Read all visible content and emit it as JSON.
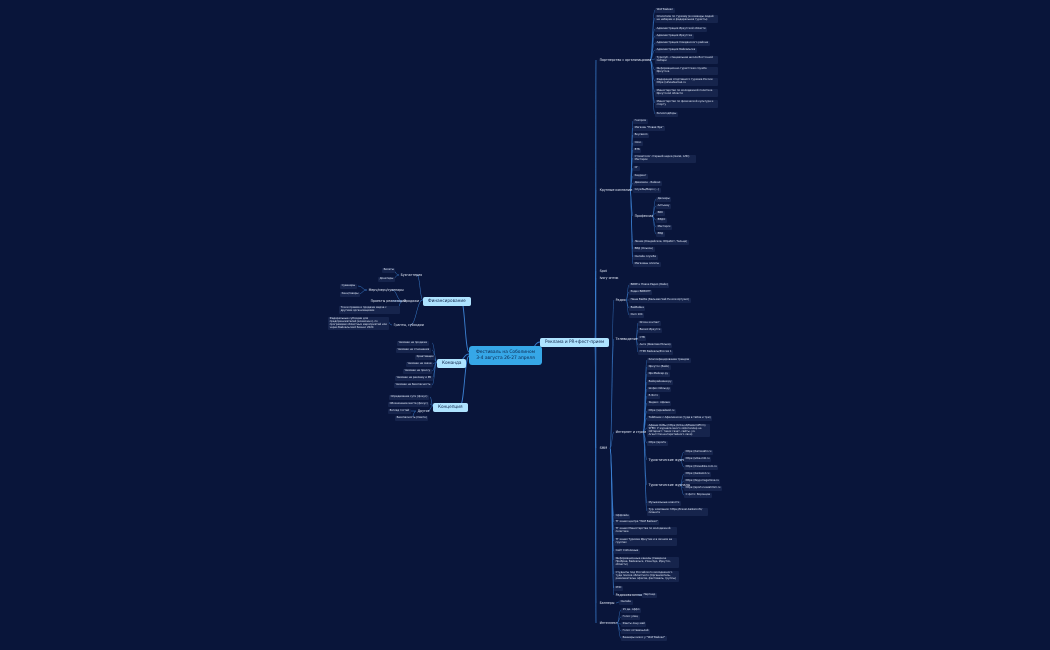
{
  "center": {
    "line1": "Фестиваль на Соболином",
    "line2": "3-4 августа 26-27 апреля"
  },
  "branches": {
    "finance": "Финансирование",
    "team": "Команда",
    "concept": "Концепция",
    "ads": "Реклама и PR+фест-прием"
  },
  "finance": {
    "budget": "Бухгалтерия",
    "tickets": "Билеты",
    "donations": "Донатеры",
    "sales": "Продажи",
    "merch": "Мерч/мерч/сувениры",
    "souvenirs": "Сувениры",
    "stationery": "Канцтовары",
    "products": "Проекты реализации",
    "partners_sales": "Точки приема и продажи мерча с другими организациями",
    "grants": "Гранты, субсидии",
    "grants_note": "Федеральные субсидии для предпринимателей (возможно), по программам областных мероприятий или через Байкальский бизнес 2024"
  },
  "team": [
    "Человек на продажи",
    "Человек на отношения",
    "Креативщик",
    "Человек на связи",
    "Человек на прессу",
    "Человек на рекламу и PR",
    "Человек на безопасность"
  ],
  "concept": {
    "label1": "Определение сути (фокус)",
    "label2": "Обозначение места (фокус)",
    "other": "Другое",
    "other_items": [
      "Взгляд гостей",
      "Безопасность (Смета)"
    ]
  },
  "ads": {
    "partners": "Партнерство с организациями",
    "partners_items": [
      "Wolf Байкал",
      "Спасатели по туризму (в команды людей не наберем и федеральная туристы)",
      "Администрация Иркутской области",
      "Администрация Иркутска",
      "Администрация Слюдянского района",
      "Администрация Байкальска",
      "Турклуб - специальная школа Восточной Сибири",
      "Информационно-туристская служба Иркутска",
      "Федерация спортивного туризма России https://ufsoatsamsk.ru",
      "Министерство по молодежной политике Иркутской области",
      "Министерство по физической культуре и спорту",
      "Региоподборы"
    ],
    "media": "Крупные компании",
    "media_items": [
      "Газпром",
      "Магазин \"Новая Эра\"",
      "Вкусвилл",
      "Ozon",
      "ВТБ",
      "Стоматолог старший нерка (Garel, АЛС) Мастерок",
      "СГ",
      "Кедринг",
      "Дивизион - Байкал",
      "Службы/Бюро (...)"
    ],
    "business": "Профессии",
    "business_items": [
      "Деснеры",
      "Алтынау",
      "ББК",
      "ВЭДО",
      "Мастерск",
      "ЕВД"
    ],
    "media_items2": [
      "Линии (Кондейское, Обработ, Тельца)",
      "ВВД (Ольхон)",
      "Онлайн служба",
      "Магазины оплаты"
    ],
    "misc1": "Spot",
    "misc2": "Ivory оптик",
    "smm": "SMM",
    "radio": "Радио",
    "radio_items": [
      "ВИБЕ и Новое Радио (Байк)",
      "Радио ВИВОНТ",
      "Наше Вайбе (Бальзам Чай Ен или Артузис)",
      "Вайбейна",
      "Dum 104"
    ],
    "tv": "Телевидение",
    "tv_items": [
      "Иссин контакт",
      "Веселі Иркутск",
      "СТВ",
      "Анга (Ямалова Юлька)",
      "ГТРК Байкалы/Россия 1"
    ],
    "online": "Интернет и стрим",
    "online_items": [
      "Классифицирование трендов",
      "Иркутск (Байк)",
      "ИркМейкер.ру",
      "Вайкрайниши.ру",
      "Ш.фис.Ойлы.ру",
      "Е-Фото",
      "Яндекс. Афиша",
      "https://иркайвой.ru",
      "Тайбоник с Афиликасом (туда в табле и трм)",
      "Афиши Ойбы (https://iriba.ult/feeler/offirm) SFED: У журнала много ойлогеллер на Ойтернет: таких газет, сайты, ул. Агентство-интеритейного свои)",
      "https://sports"
    ],
    "specials": "Туристические журналы",
    "specials_items": [
      "https://tumsvafni.ru",
      "https://vibe-mili.ru",
      "https://travellika.com.ru"
    ],
    "trips": "Туристические журналы",
    "trips_items": [
      "https://baikalod.ru",
      "https://tayp.megamine.ru",
      "https://sport-russiahmm.ru",
      "С фото: Воронцов"
    ],
    "music": "Музыкальные новости",
    "music2": "Тур. компании: https://travel-baikal.info/ планете",
    "bottom_items": [
      "Оффлайн",
      "ТГ канал центра \"Wolf Байкал\"",
      "ТГ канал Министерства по молодежной политике",
      "ТГ канал Туризма Иркутии и в личном ее группах",
      "Сайт Соболиные",
      "Информационные каналы (Северное Прибрае, Байкальск, Улан-Удэ, Иркутск, области)",
      "Студенты под Российского молодежного туда поиска областного (Организатель, развлекательн офисов, фестиваль, группы)",
      "МЧС",
      "Радиосвязанное"
    ],
    "partner_word": "Партнер",
    "banners": "Баннеры",
    "banners_item": "Онлайн",
    "intermedia": "Интеллект",
    "intermedia_items": [
      "15 де. оффл",
      "Голос улиц",
      "Фанты лэну май",
      "Голос сотавечьлей",
      "Баннеры кикос у \"Wolf Байкал\""
    ]
  }
}
